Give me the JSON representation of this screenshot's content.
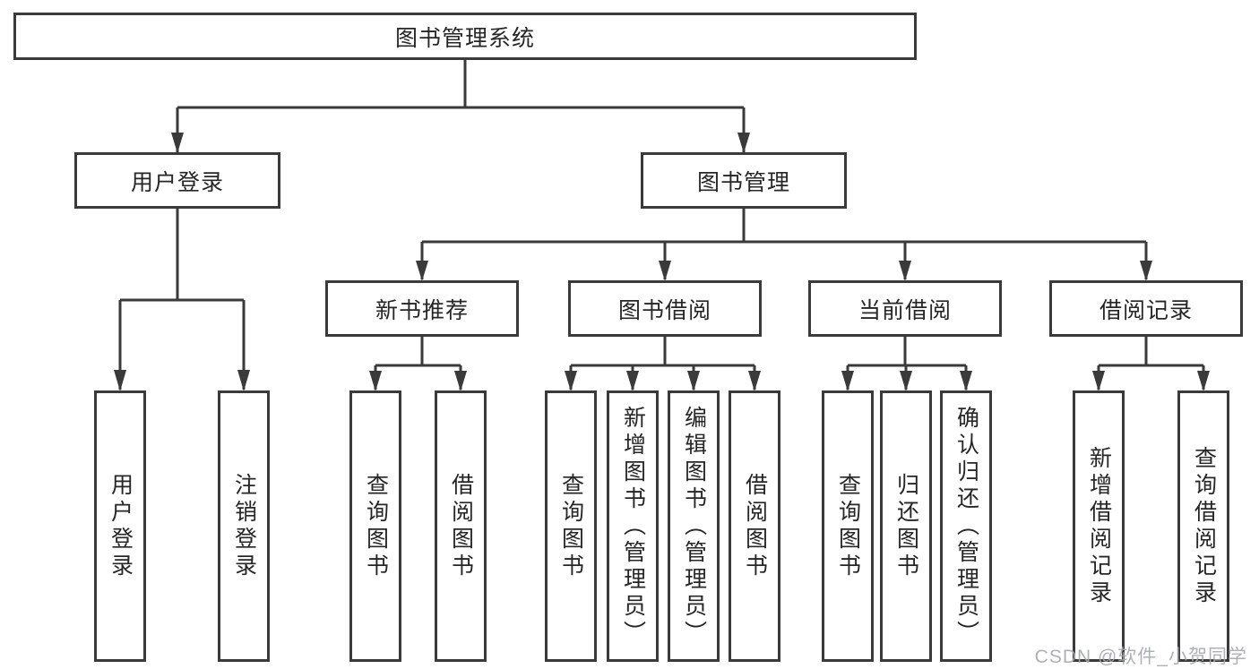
{
  "diagram": {
    "root": {
      "label": "图书管理系统"
    },
    "branches": [
      {
        "label": "用户登录",
        "children": [
          {
            "label": "用户登录"
          },
          {
            "label": "注销登录"
          }
        ]
      },
      {
        "label": "图书管理",
        "children": [
          {
            "label": "新书推荐",
            "children": [
              {
                "label": "查询图书"
              },
              {
                "label": "借阅图书"
              }
            ]
          },
          {
            "label": "图书借阅",
            "children": [
              {
                "label": "查询图书"
              },
              {
                "label": "新增图书（管理员）"
              },
              {
                "label": "编辑图书（管理员）"
              },
              {
                "label": "借阅图书"
              }
            ]
          },
          {
            "label": "当前借阅",
            "children": [
              {
                "label": "查询图书"
              },
              {
                "label": "归还图书"
              },
              {
                "label": "确认归还（管理员）"
              }
            ]
          },
          {
            "label": "借阅记录",
            "children": [
              {
                "label": "新增借阅记录"
              },
              {
                "label": "查询借阅记录"
              }
            ]
          }
        ]
      }
    ]
  },
  "watermark": {
    "text": "CSDN @软件_小贺同学"
  },
  "colors": {
    "line": "#3a3a3a",
    "text": "#262626",
    "watermark": "#a5a9b0",
    "background": "#ffffff"
  }
}
